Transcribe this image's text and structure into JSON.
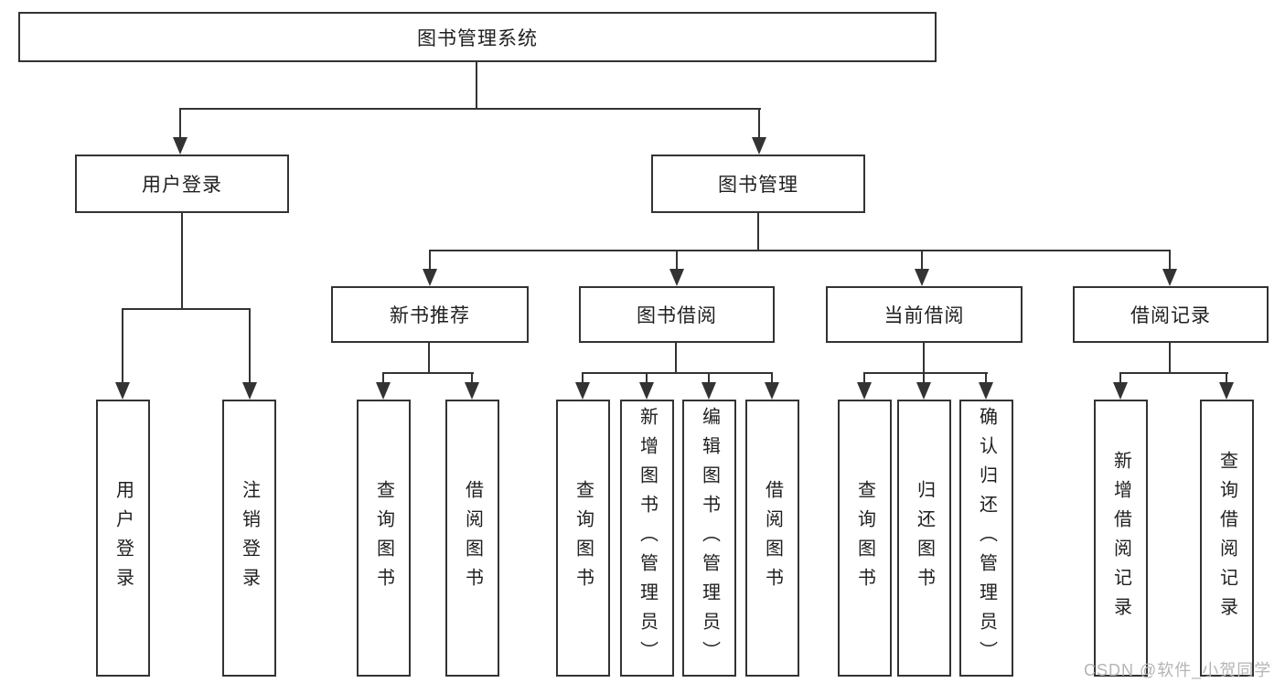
{
  "title": "图书管理系统",
  "nodes": {
    "user_login": "用户登录",
    "book_mgmt": "图书管理",
    "new_books": "新书推荐",
    "book_borrow": "图书借阅",
    "current_borrow": "当前借阅",
    "borrow_records": "借阅记录"
  },
  "leaves": {
    "user_login": [
      "用户登录",
      "注销登录"
    ],
    "new_books": [
      "查询图书",
      "借阅图书"
    ],
    "book_borrow": [
      "查询图书",
      "新增图书（管理员）",
      "编辑图书（管理员）",
      "借阅图书"
    ],
    "current_borrow": [
      "查询图书",
      "归还图书",
      "确认归还（管理员）"
    ],
    "borrow_records": [
      "新增借阅记录",
      "查询借阅记录"
    ]
  },
  "watermark": "CSDN @软件_小贺同学",
  "colors": {
    "line": "#333333",
    "text": "#1f1f1f",
    "watermark": "#b5b5b5",
    "background": "#ffffff"
  }
}
